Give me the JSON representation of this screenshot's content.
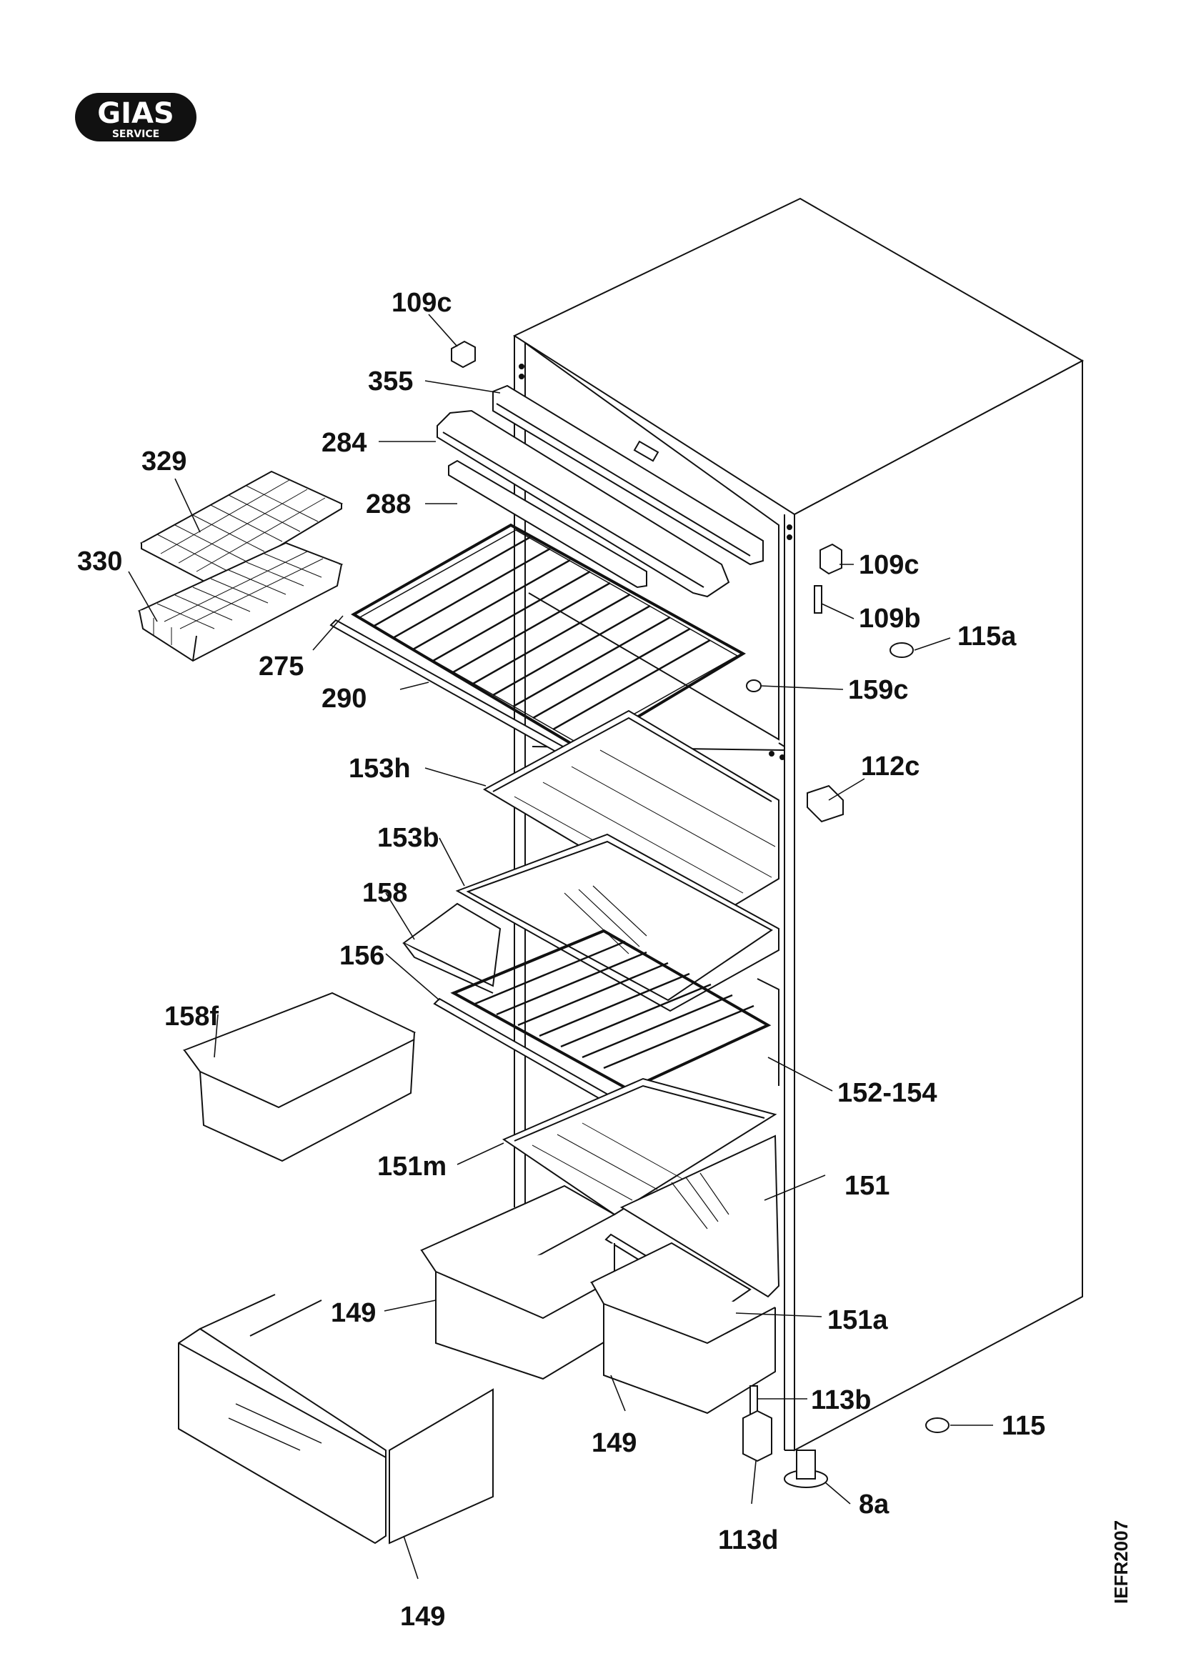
{
  "logo": {
    "brand": "GIAS",
    "tagline": "SERVICE"
  },
  "drawing_code": "IEFR2007",
  "labels": {
    "p109c_top": "109c",
    "p355": "355",
    "p284": "284",
    "p329": "329",
    "p288": "288",
    "p330": "330",
    "p275": "275",
    "p290": "290",
    "p109c_right": "109c",
    "p109b": "109b",
    "p115a": "115a",
    "p159c": "159c",
    "p153h": "153h",
    "p112c": "112c",
    "p153b": "153b",
    "p158": "158",
    "p156": "156",
    "p158f": "158f",
    "p152_154": "152-154",
    "p151m": "151m",
    "p151": "151",
    "p149_mid": "149",
    "p151a": "151a",
    "p113b": "113b",
    "p115": "115",
    "p149_low": "149",
    "p8a": "8a",
    "p113d": "113d",
    "p149_bottom": "149"
  }
}
